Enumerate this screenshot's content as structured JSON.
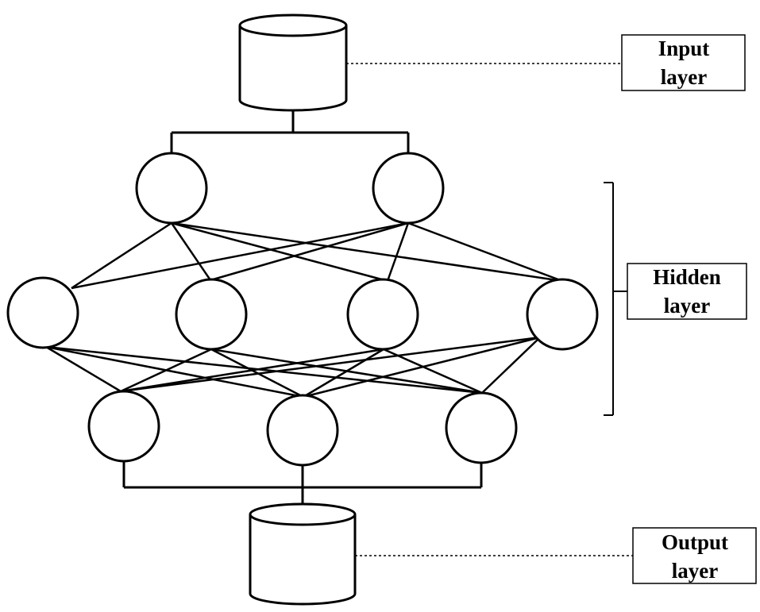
{
  "labels": {
    "input": [
      "Input",
      "layer"
    ],
    "hidden": [
      "Hidden",
      "layer"
    ],
    "output": [
      "Output",
      "layer"
    ]
  },
  "diagram": {
    "layer_node_counts": [
      2,
      4,
      3
    ],
    "stroke_color": "#000000",
    "fill_color": "#ffffff"
  }
}
